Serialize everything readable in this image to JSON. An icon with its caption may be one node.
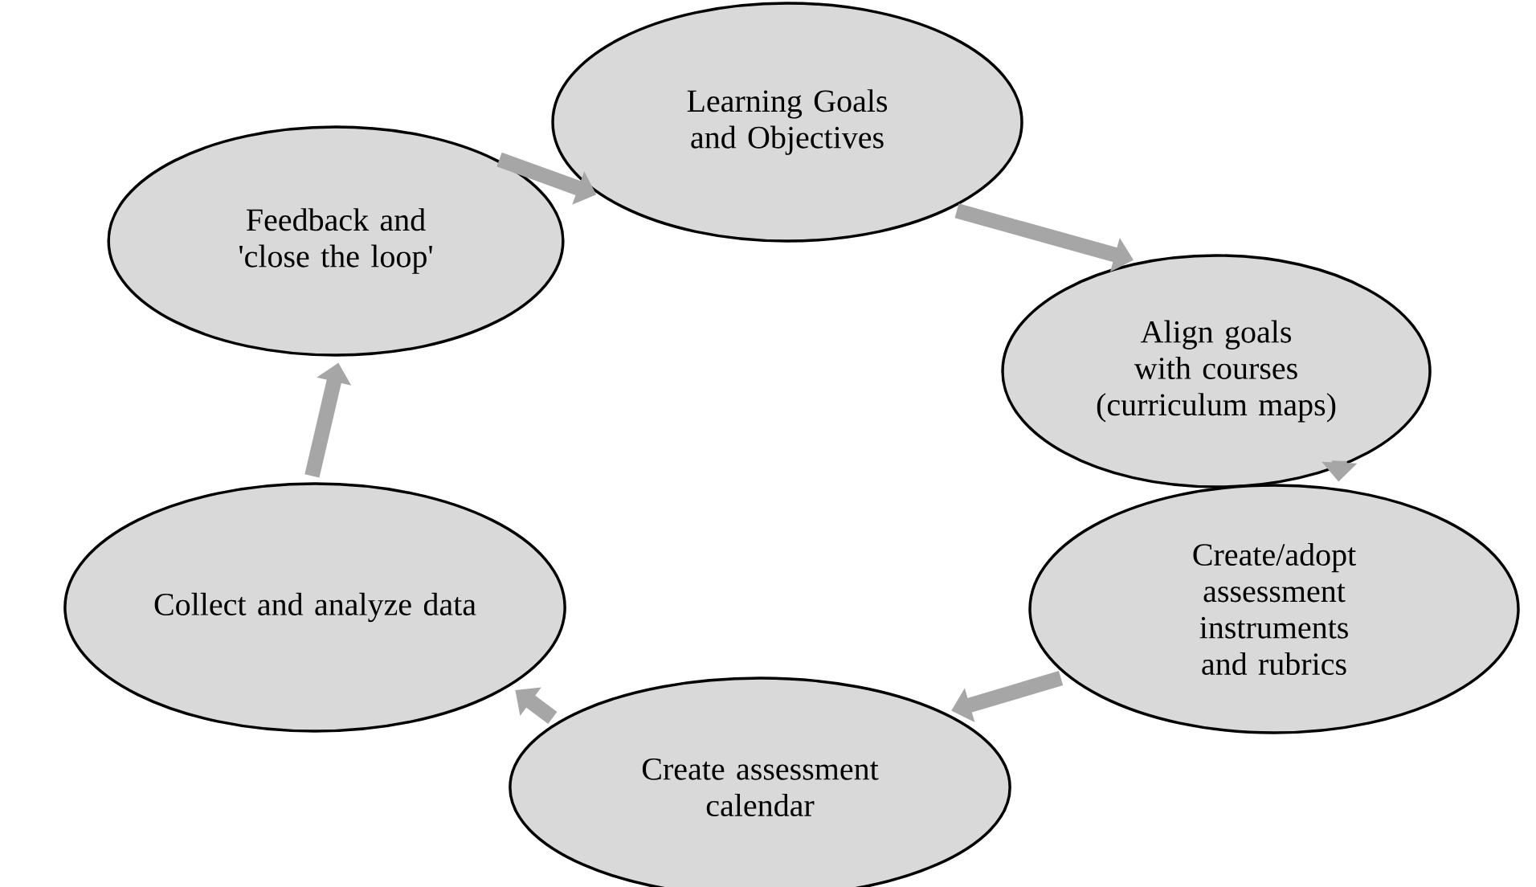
{
  "diagram": {
    "nodes": [
      {
        "text": [
          "Learning Goals and Objectives"
        ]
      },
      {
        "text": [
          "Align goals with courses (curriculum maps)"
        ]
      },
      {
        "text": [
          "Create/adopt assessment instruments and rubrics"
        ]
      },
      {
        "text": [
          "Create assessment calendar"
        ]
      },
      {
        "text": [
          "Collect and analyze data"
        ]
      },
      {
        "text": [
          "Feedback and 'close the loop'"
        ]
      }
    ],
    "edges": [
      {
        "from": 0,
        "to": 1,
        "arrow": "to"
      },
      {
        "from": 1,
        "to": 2,
        "arrow": "to"
      },
      {
        "from": 2,
        "to": 3,
        "arrow": "to"
      },
      {
        "from": 3,
        "to": 4,
        "arrow": "to"
      },
      {
        "from": 4,
        "to": 5,
        "arrow": "to"
      },
      {
        "from": 5,
        "to": 0,
        "arrow": "to"
      }
    ]
  }
}
